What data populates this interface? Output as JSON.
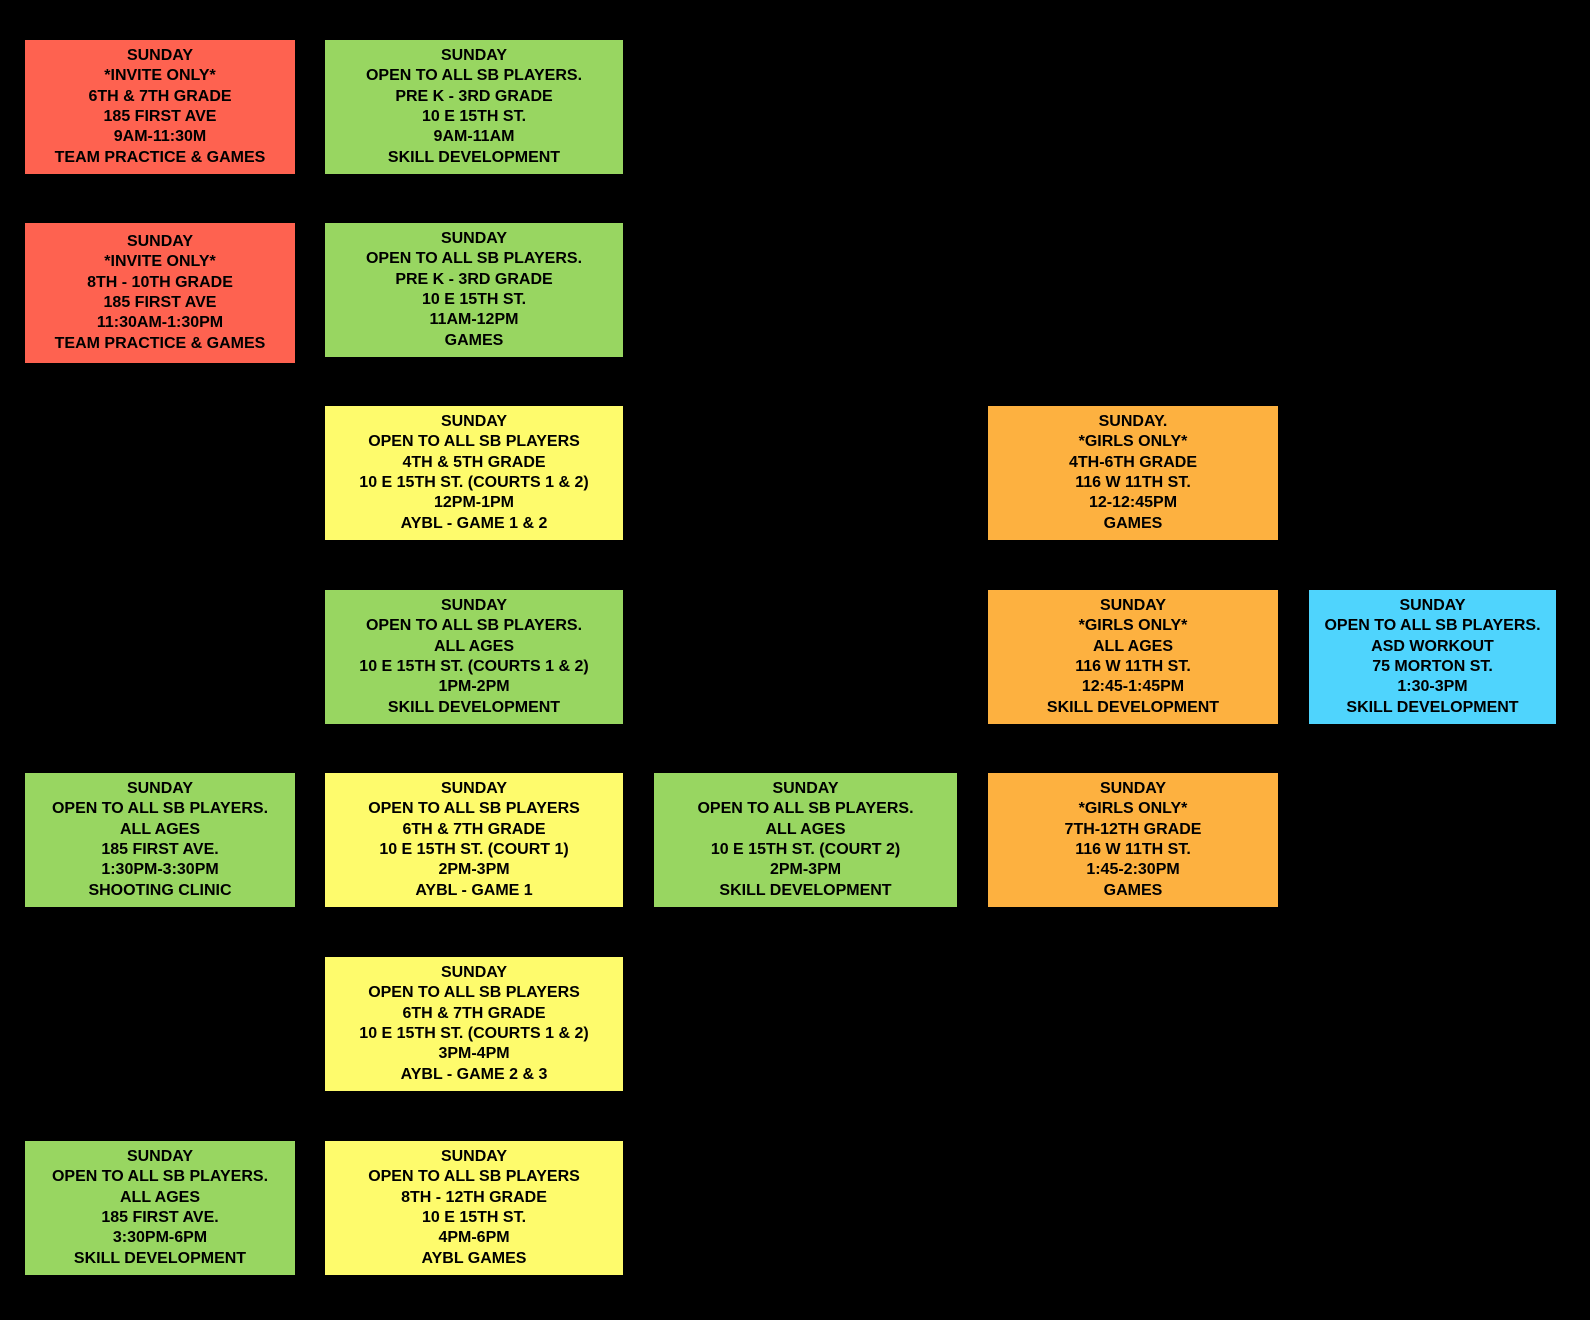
{
  "colors": {
    "background": "#000000",
    "invite_only": "#fe6250",
    "open_skill": "#98d661",
    "aybl": "#fefb6c",
    "girls_only": "#fdb140",
    "asd_workout": "#4fd4fd"
  },
  "cards": [
    {
      "lines": [
        "SUNDAY",
        "*INVITE ONLY*",
        "6TH & 7TH GRADE",
        "185 FIRST AVE",
        "9AM-11:30M",
        "TEAM PRACTICE & GAMES"
      ]
    },
    {
      "lines": [
        "SUNDAY",
        "OPEN TO ALL SB PLAYERS.",
        "PRE K - 3RD GRADE",
        "10 E 15TH ST.",
        "9AM-11AM",
        "SKILL DEVELOPMENT"
      ]
    },
    {
      "lines": [
        "SUNDAY",
        "*INVITE ONLY*",
        "8TH - 10TH GRADE",
        "185 FIRST AVE",
        "11:30AM-1:30PM",
        "TEAM PRACTICE & GAMES"
      ]
    },
    {
      "lines": [
        "SUNDAY",
        "OPEN TO ALL SB PLAYERS.",
        "PRE K - 3RD GRADE",
        "10 E 15TH ST.",
        "11AM-12PM",
        "GAMES"
      ]
    },
    {
      "lines": [
        "SUNDAY",
        "OPEN TO ALL SB PLAYERS",
        "4TH & 5TH GRADE",
        "10 E 15TH ST. (COURTS 1 & 2)",
        "12PM-1PM",
        "AYBL - GAME 1 & 2"
      ]
    },
    {
      "lines": [
        "SUNDAY.",
        "*GIRLS ONLY*",
        "4TH-6TH GRADE",
        "116 W 11TH ST.",
        "12-12:45PM",
        "GAMES"
      ]
    },
    {
      "lines": [
        "SUNDAY",
        "OPEN TO ALL SB PLAYERS.",
        "ALL AGES",
        "10 E 15TH ST. (COURTS 1 & 2)",
        "1PM-2PM",
        "SKILL DEVELOPMENT"
      ]
    },
    {
      "lines": [
        "SUNDAY",
        "*GIRLS ONLY*",
        "ALL AGES",
        "116 W 11TH ST.",
        "12:45-1:45PM",
        "SKILL DEVELOPMENT"
      ]
    },
    {
      "lines": [
        "SUNDAY",
        "OPEN TO ALL SB PLAYERS.",
        "ASD WORKOUT",
        "75 MORTON ST.",
        "1:30-3PM",
        "SKILL DEVELOPMENT"
      ]
    },
    {
      "lines": [
        "SUNDAY",
        "OPEN TO ALL SB PLAYERS.",
        "ALL AGES",
        "185 FIRST AVE.",
        "1:30PM-3:30PM",
        "SHOOTING CLINIC"
      ]
    },
    {
      "lines": [
        "SUNDAY",
        "OPEN TO ALL SB PLAYERS",
        "6TH & 7TH GRADE",
        "10 E 15TH ST. (COURT 1)",
        "2PM-3PM",
        "AYBL - GAME 1"
      ]
    },
    {
      "lines": [
        "SUNDAY",
        "OPEN TO ALL SB PLAYERS.",
        "ALL AGES",
        "10 E 15TH ST. (COURT 2)",
        "2PM-3PM",
        "SKILL DEVELOPMENT"
      ]
    },
    {
      "lines": [
        "SUNDAY",
        "*GIRLS ONLY*",
        "7TH-12TH GRADE",
        "116 W 11TH ST.",
        "1:45-2:30PM",
        "GAMES"
      ]
    },
    {
      "lines": [
        "SUNDAY",
        "OPEN TO ALL SB PLAYERS",
        "6TH & 7TH GRADE",
        "10 E 15TH ST. (COURTS 1 & 2)",
        "3PM-4PM",
        "AYBL - GAME 2 & 3"
      ]
    },
    {
      "lines": [
        "SUNDAY",
        "OPEN TO ALL SB PLAYERS.",
        "ALL AGES",
        "185 FIRST AVE.",
        "3:30PM-6PM",
        "SKILL DEVELOPMENT"
      ]
    },
    {
      "lines": [
        "SUNDAY",
        "OPEN TO ALL SB PLAYERS",
        "8TH - 12TH GRADE",
        "10 E 15TH ST.",
        "4PM-6PM",
        "AYBL GAMES"
      ]
    }
  ]
}
